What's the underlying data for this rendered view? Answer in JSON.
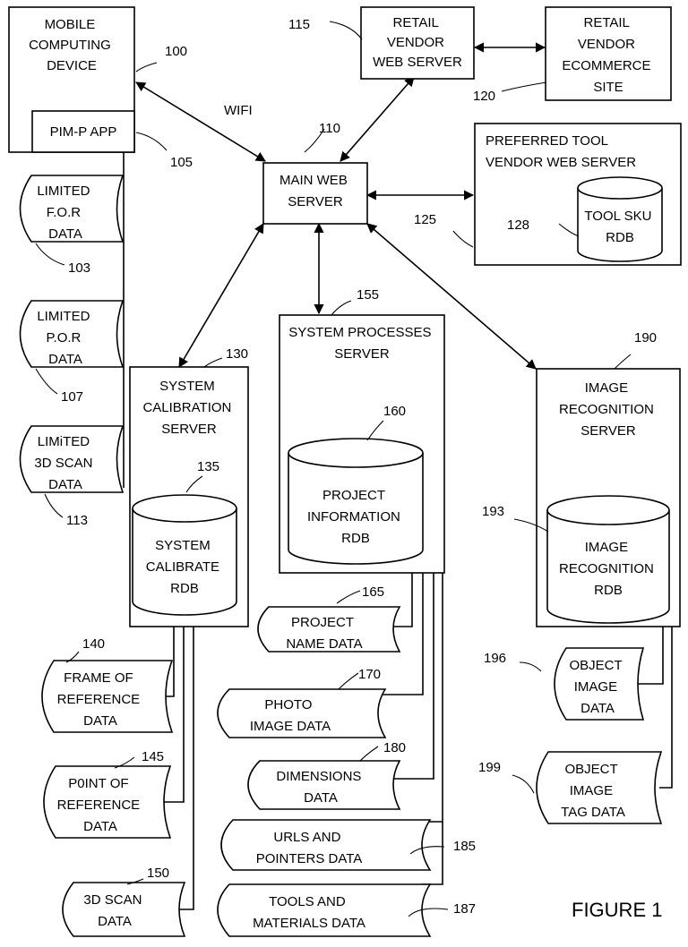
{
  "boxes": {
    "mobile": [
      "MOBILE",
      "COMPUTING",
      "DEVICE"
    ],
    "pim_app": [
      "PIM-P APP"
    ],
    "retail_web": [
      "RETAIL",
      "VENDOR",
      "WEB SERVER"
    ],
    "retail_ecom": [
      "RETAIL",
      "VENDOR",
      "ECOMMERCE",
      "SITE"
    ],
    "main_web": [
      "MAIN WEB",
      "SERVER"
    ],
    "preferred": [
      "PREFERRED TOOL",
      "VENDOR WEB SERVER"
    ],
    "calibration": [
      "SYSTEM",
      "CALIBRATION",
      "SERVER"
    ],
    "processes": [
      "SYSTEM PROCESSES",
      "SERVER"
    ],
    "image_recog": [
      "IMAGE",
      "RECOGNITION",
      "SERVER"
    ]
  },
  "databases": {
    "tool_sku": [
      "TOOL SKU",
      "RDB"
    ],
    "sys_calibrate": [
      "SYSTEM",
      "CALIBRATE",
      "RDB"
    ],
    "project_info": [
      "PROJECT",
      "INFORMATION",
      "RDB"
    ],
    "image_recog_rdb": [
      "IMAGE",
      "RECOGNITION",
      "RDB"
    ]
  },
  "data_stores": {
    "limited_for": [
      "LIMITED",
      "F.O.R",
      "DATA"
    ],
    "limited_por": [
      "LIMITED",
      "P.O.R",
      "DATA"
    ],
    "limited_3d": [
      "LIMiTED",
      "3D SCAN",
      "DATA"
    ],
    "frame_ref": [
      "FRAME OF",
      "REFERENCE",
      "DATA"
    ],
    "point_ref": [
      "P0INT OF",
      "REFERENCE",
      "DATA"
    ],
    "scan_3d": [
      "3D SCAN",
      "DATA"
    ],
    "project_name": [
      "PROJECT",
      "NAME DATA"
    ],
    "photo_image": [
      "PHOTO",
      "IMAGE DATA"
    ],
    "dimensions": [
      "DIMENSIONS",
      "DATA"
    ],
    "urls": [
      "URLS AND",
      "POINTERS DATA"
    ],
    "tools": [
      "TOOLS AND",
      "MATERIALS DATA"
    ],
    "object_image": [
      "OBJECT",
      "IMAGE",
      "DATA"
    ],
    "object_tag": [
      "OBJECT",
      "IMAGE",
      "TAG DATA"
    ]
  },
  "refs": {
    "r100": "100",
    "r105": "105",
    "r103": "103",
    "r107": "107",
    "r113": "113",
    "r115": "115",
    "r120": "120",
    "r110": "110",
    "r125": "125",
    "r128": "128",
    "r130": "130",
    "r135": "135",
    "r140": "140",
    "r145": "145",
    "r150": "150",
    "r155": "155",
    "r160": "160",
    "r165": "165",
    "r170": "170",
    "r180": "180",
    "r185": "185",
    "r187": "187",
    "r190": "190",
    "r193": "193",
    "r196": "196",
    "r199": "199"
  },
  "link_labels": {
    "wifi": "WIFI"
  },
  "caption": "FIGURE 1"
}
